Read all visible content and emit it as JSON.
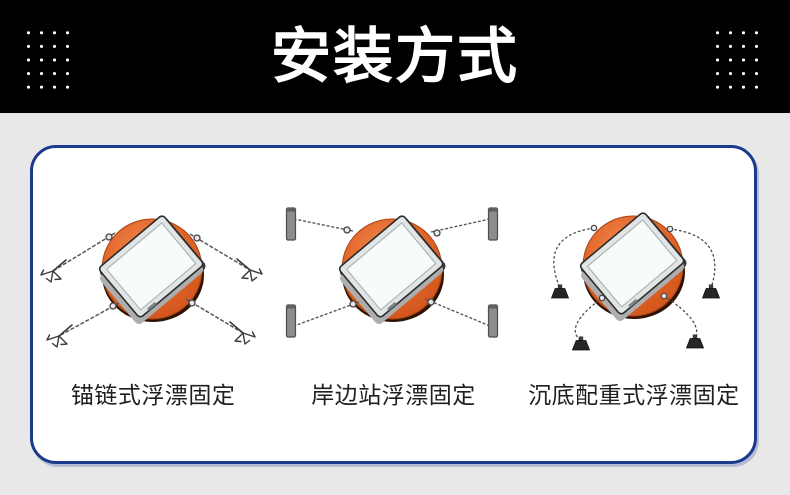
{
  "header": {
    "title": "安装方式"
  },
  "methods": [
    {
      "id": "anchor-chain",
      "label": "锚链式浮漂固定"
    },
    {
      "id": "shore-station",
      "label": "岸边站浮漂固定"
    },
    {
      "id": "bottom-weight",
      "label": "沉底配重式浮漂固定"
    }
  ],
  "icons": {
    "dot-grid-icon": "4x5 grid of small white dots",
    "buoy-float-icon": "orange circular buoy seen from above",
    "solar-panel-icon": "tilted white rectangular panel on the buoy",
    "chain-line-icon": "thin dashed gray mooring chain",
    "shackle-icon": "small ring connector at panel corner",
    "anchor-icon": "grapnel anchor hook",
    "mooring-post-icon": "gray vertical shore post",
    "counterweight-icon": "dark trapezoid sinker weight",
    "rope-curve-icon": "dotted curved rope to bottom weight"
  },
  "colors": {
    "header_bg": "#000000",
    "header_text": "#ffffff",
    "page_bg": "#e8e8e8",
    "panel_bg": "#ffffff",
    "panel_border": "#1a3a8e",
    "buoy_orange": "#e2662c",
    "caption_text": "#1f1f1f"
  }
}
